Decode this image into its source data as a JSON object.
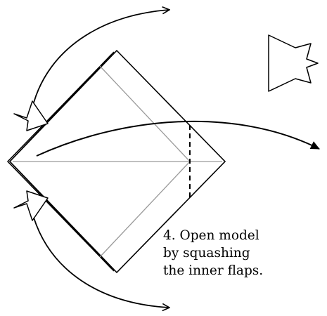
{
  "step": {
    "line1": "4. Open model",
    "line2": "by squashing",
    "line3": "the inner flaps."
  },
  "colors": {
    "line": "#000000",
    "crease": "#9a9a9a",
    "background": "#ffffff"
  }
}
